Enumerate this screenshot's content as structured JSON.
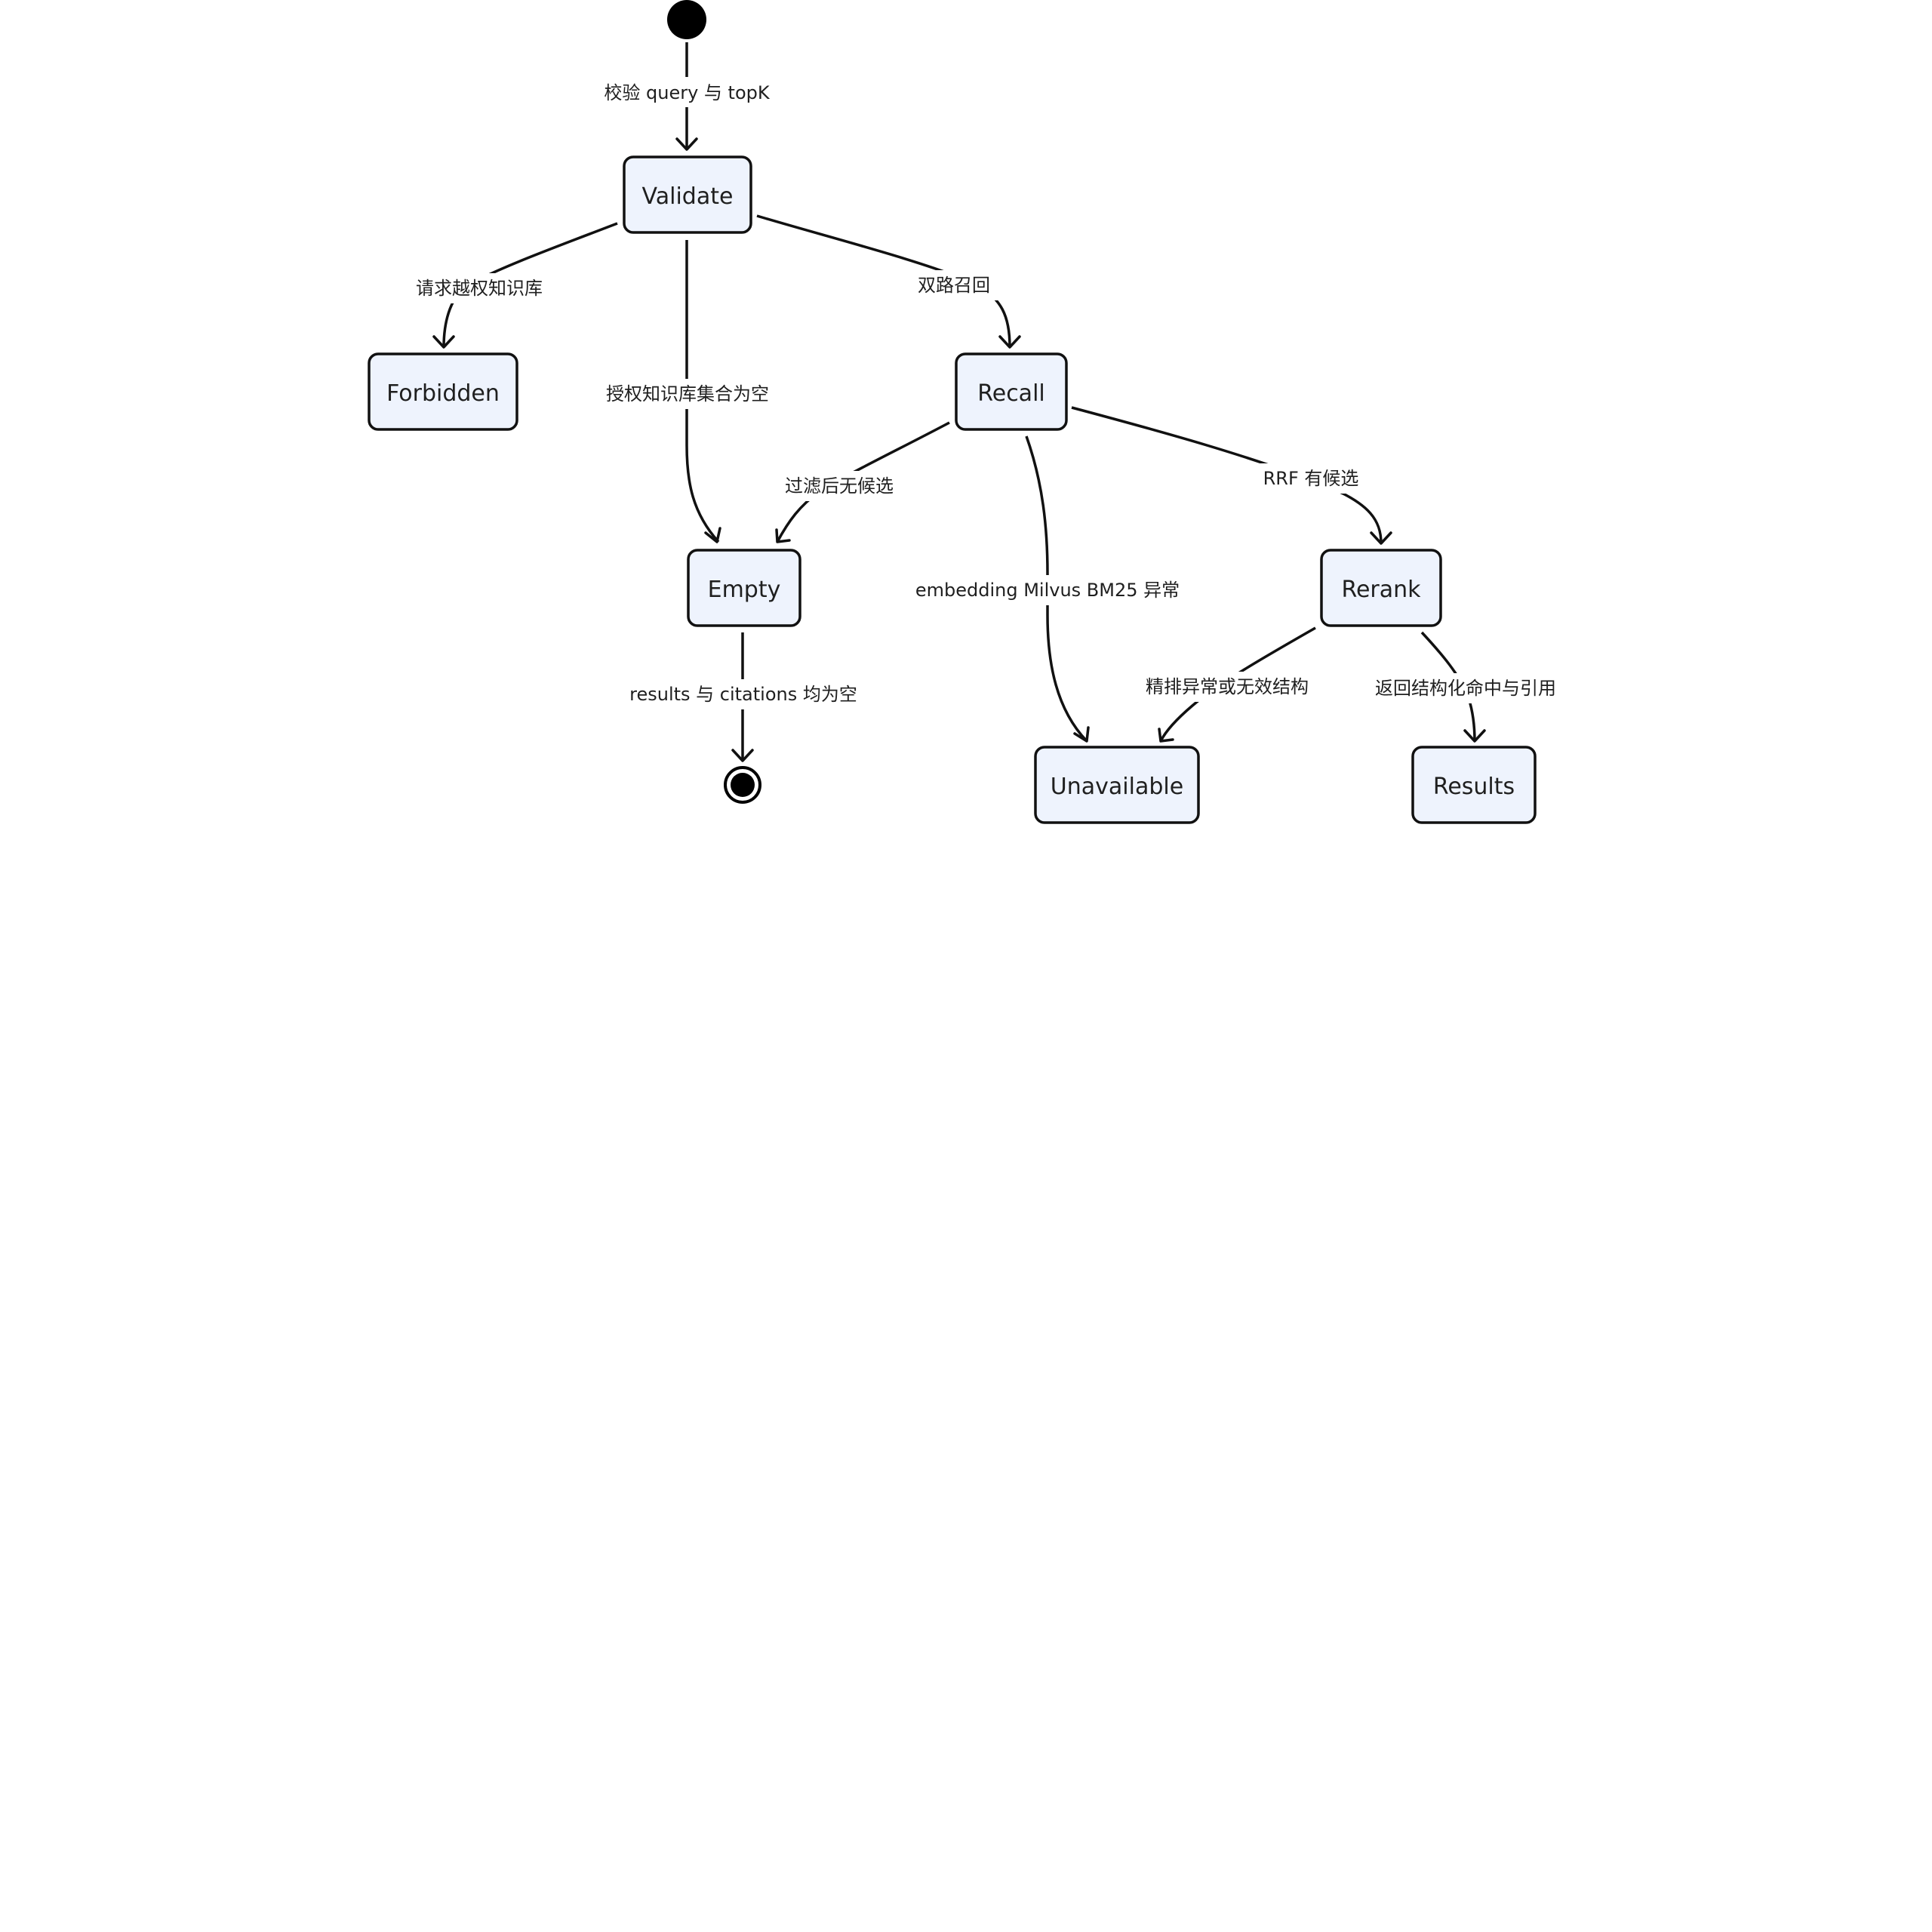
{
  "diagram": {
    "type": "state-diagram",
    "colors": {
      "state_fill": "#eef3fd",
      "stroke": "#111111",
      "text": "#1f1f1f",
      "background": "#ffffff"
    },
    "states": {
      "validate": "Validate",
      "forbidden": "Forbidden",
      "recall": "Recall",
      "empty": "Empty",
      "rerank": "Rerank",
      "unavailable": "Unavailable",
      "results": "Results"
    },
    "transitions": {
      "start_to_validate": "校验 query 与 topK",
      "validate_to_forbidden": "请求越权知识库",
      "validate_to_empty": "授权知识库集合为空",
      "validate_to_recall": "双路召回",
      "recall_to_empty": "过滤后无候选",
      "recall_to_unavailable": "embedding Milvus BM25 异常",
      "recall_to_rerank": "RRF 有候选",
      "empty_to_end": "results 与 citations 均为空",
      "rerank_to_unavailable": "精排异常或无效结构",
      "rerank_to_results": "返回结构化命中与引用"
    }
  }
}
